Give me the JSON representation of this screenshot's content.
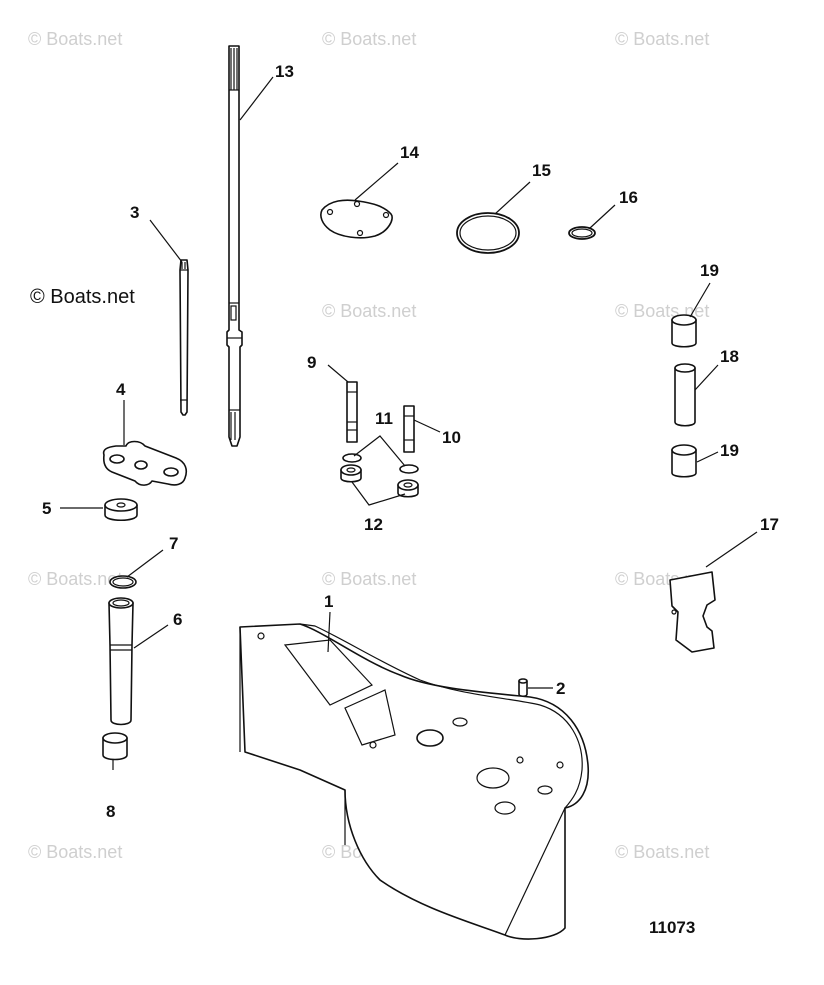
{
  "watermarks": {
    "faint": [
      "© Boats.net",
      "© Boats.net",
      "© Boats.net",
      "© Boats.net",
      "© Boats.net",
      "© Boats.net",
      "© Boats.net",
      "© Boats.net",
      "© Boats.net",
      "© Boats.net",
      "© Boats.net"
    ],
    "strong": "© Boats.net"
  },
  "drawing_number": "11073",
  "callouts": {
    "c1": "1",
    "c2": "2",
    "c3": "3",
    "c4": "4",
    "c5": "5",
    "c6": "6",
    "c7": "7",
    "c8": "8",
    "c9": "9",
    "c10": "10",
    "c11": "11",
    "c12": "12",
    "c13": "13",
    "c14": "14",
    "c15": "15",
    "c16": "16",
    "c17": "17",
    "c18": "18",
    "c19a": "19",
    "c19b": "19"
  }
}
